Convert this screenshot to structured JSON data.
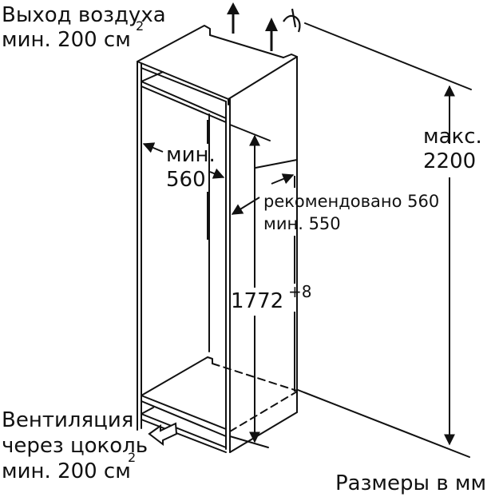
{
  "diagram": {
    "type": "built-in refrigerator niche installation dimensions",
    "colors": {
      "line": "#111111",
      "background": "#ffffff"
    }
  },
  "labels": {
    "air_outlet_line1": "Выход воздуха",
    "air_outlet_line2": "мин. 200 см",
    "air_outlet_sup": "2",
    "niche_width_line1": "мин.",
    "niche_width_line2": "560",
    "depth_line1": "рекомендовано 560",
    "depth_line2": "мин. 550",
    "max_height_line1": "макс.",
    "max_height_line2": "2200",
    "niche_height": "1772",
    "niche_height_tolerance": "+8",
    "vent_line1": "Вентиляция",
    "vent_line2": "через цоколь",
    "vent_line3": "мин. 200 см",
    "vent_sup": "2",
    "units_note": "Размеры в мм"
  },
  "icons": {
    "air_arrow_1": "arrow-up-icon",
    "air_arrow_2": "arrow-up-icon",
    "ceiling_symbol": "ceiling-break-icon",
    "plinth_arrow": "vent-arrow-icon"
  }
}
